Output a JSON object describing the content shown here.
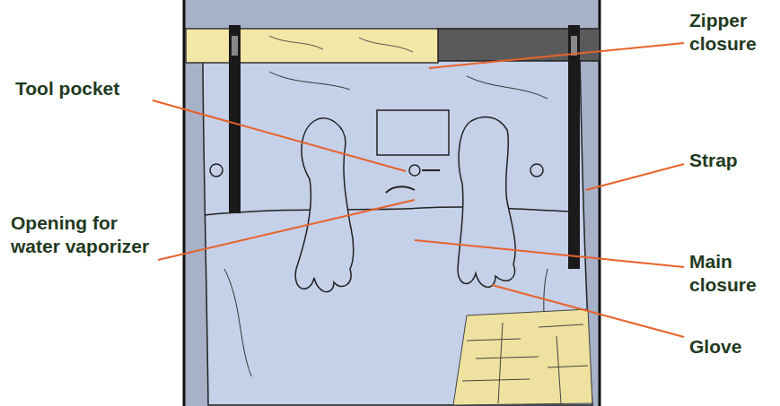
{
  "diagram": {
    "labels": [
      "Tool pocket",
      "Opening for water vaporizer",
      "Zipper closure",
      "Strap",
      "Main closure",
      "Glove"
    ]
  }
}
